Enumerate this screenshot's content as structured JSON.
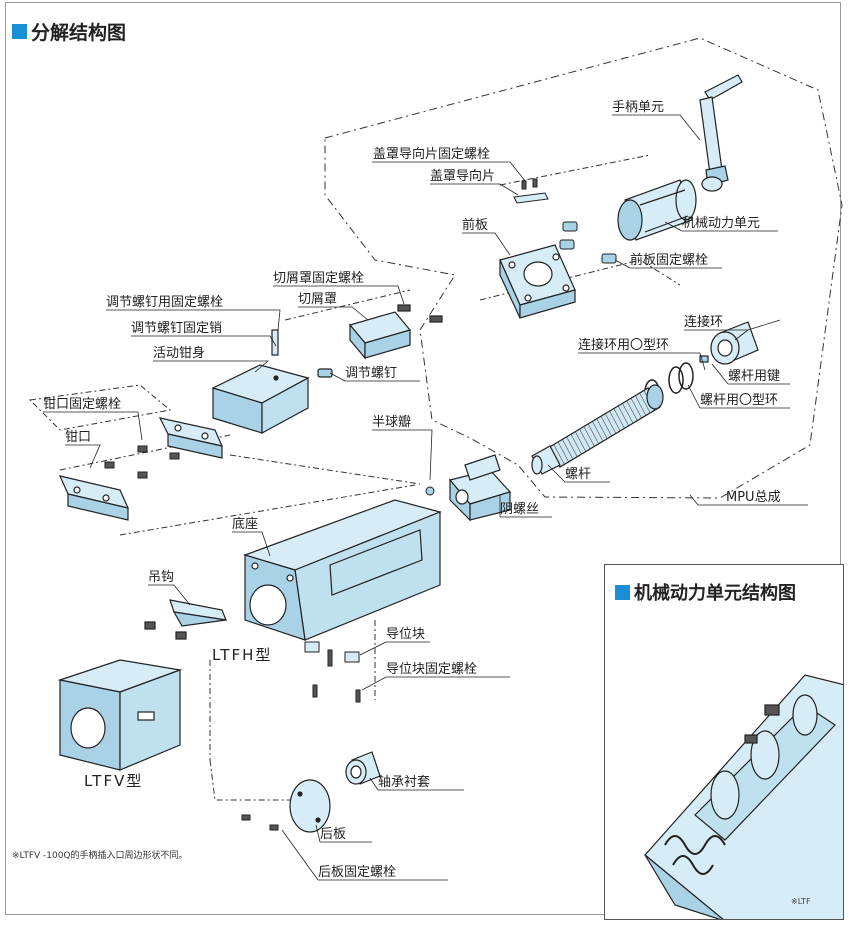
{
  "title": "分解结构图",
  "labels": {
    "handle_unit": "手柄单元",
    "cover_guide_bolt": "盖罩导向片固定螺栓",
    "cover_guide": "盖罩导向片",
    "front_plate": "前板",
    "mech_power_unit": "机械动力单元",
    "front_plate_bolt": "前板固定螺栓",
    "chip_cover_bolt": "切屑罩固定螺栓",
    "chip_cover": "切屑罩",
    "adj_screw_bolt": "调节螺钉用固定螺栓",
    "adj_screw_pin": "调节螺钉固定销",
    "movable_body": "活动钳身",
    "adj_screw": "调节螺钉",
    "connect_ring": "连接环",
    "connect_ring_oring": "连接环用〇型环",
    "screw_key": "螺杆用键",
    "screw_oring": "螺杆用〇型环",
    "jaw_bolt": "钳口固定螺栓",
    "jaw": "钳口",
    "half_ball": "半球瓣",
    "screw": "螺杆",
    "mpu_assembly": "MPU总成",
    "female_thread": "阴螺丝",
    "base": "底座",
    "hook": "吊钩",
    "guide_block": "导位块",
    "ltfh": "LTFH型",
    "guide_block_bolt": "导位块固定螺栓",
    "ltfv": "LTFV型",
    "bearing_bush": "轴承衬套",
    "rear_plate": "后板",
    "rear_plate_bolt": "后板固定螺栓"
  },
  "note": "※LTFV -100Q的手柄插入口周边形状不同。",
  "inset": {
    "title": "机械动力单元结构图",
    "note": "※LTF"
  },
  "colors": {
    "accent": "#1b8fd6",
    "part_fill": "#d6ecf6",
    "part_dark": "#a9d2e6",
    "line": "#222222"
  }
}
